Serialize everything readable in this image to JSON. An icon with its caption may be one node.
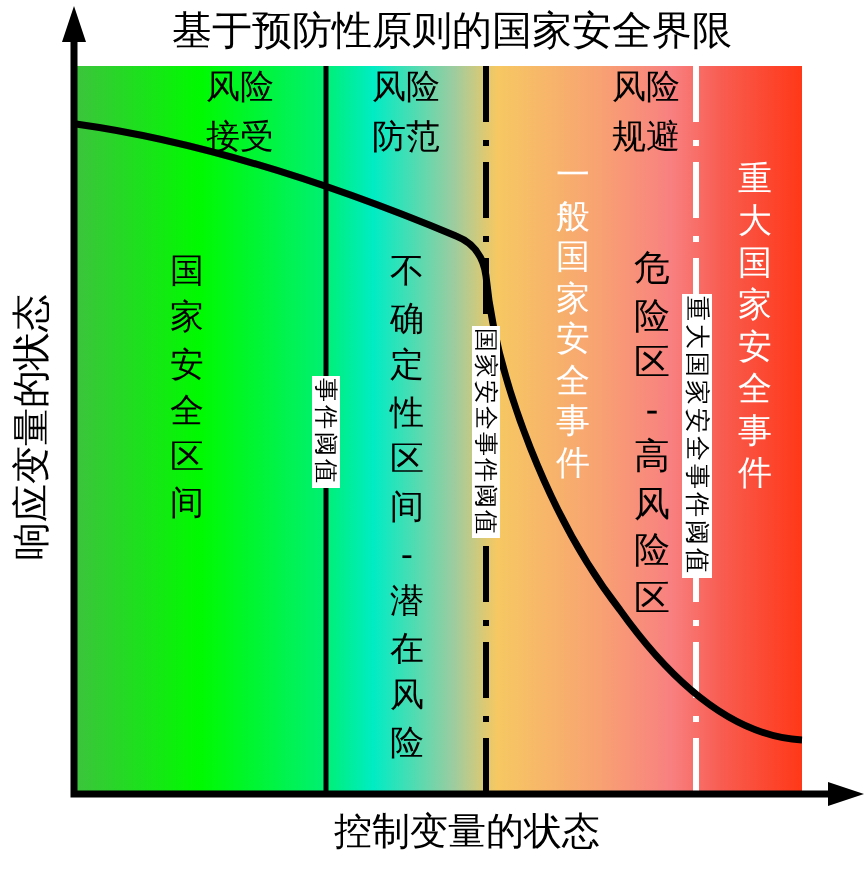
{
  "diagram": {
    "title": "基于预防性原则的国家安全界限",
    "labels": [
      "风险接受",
      "风险防范",
      "风险规避",
      "响应变量的状态",
      "国家安全区间",
      "事件阈值",
      "不确定性区间-潜在风险",
      "国家安全事件阈值",
      "一般国家安全事件",
      "危险区-高风险区",
      "重大国家安全事件阈值",
      "重大国家安全事件",
      "控制变量的状态"
    ]
  }
}
